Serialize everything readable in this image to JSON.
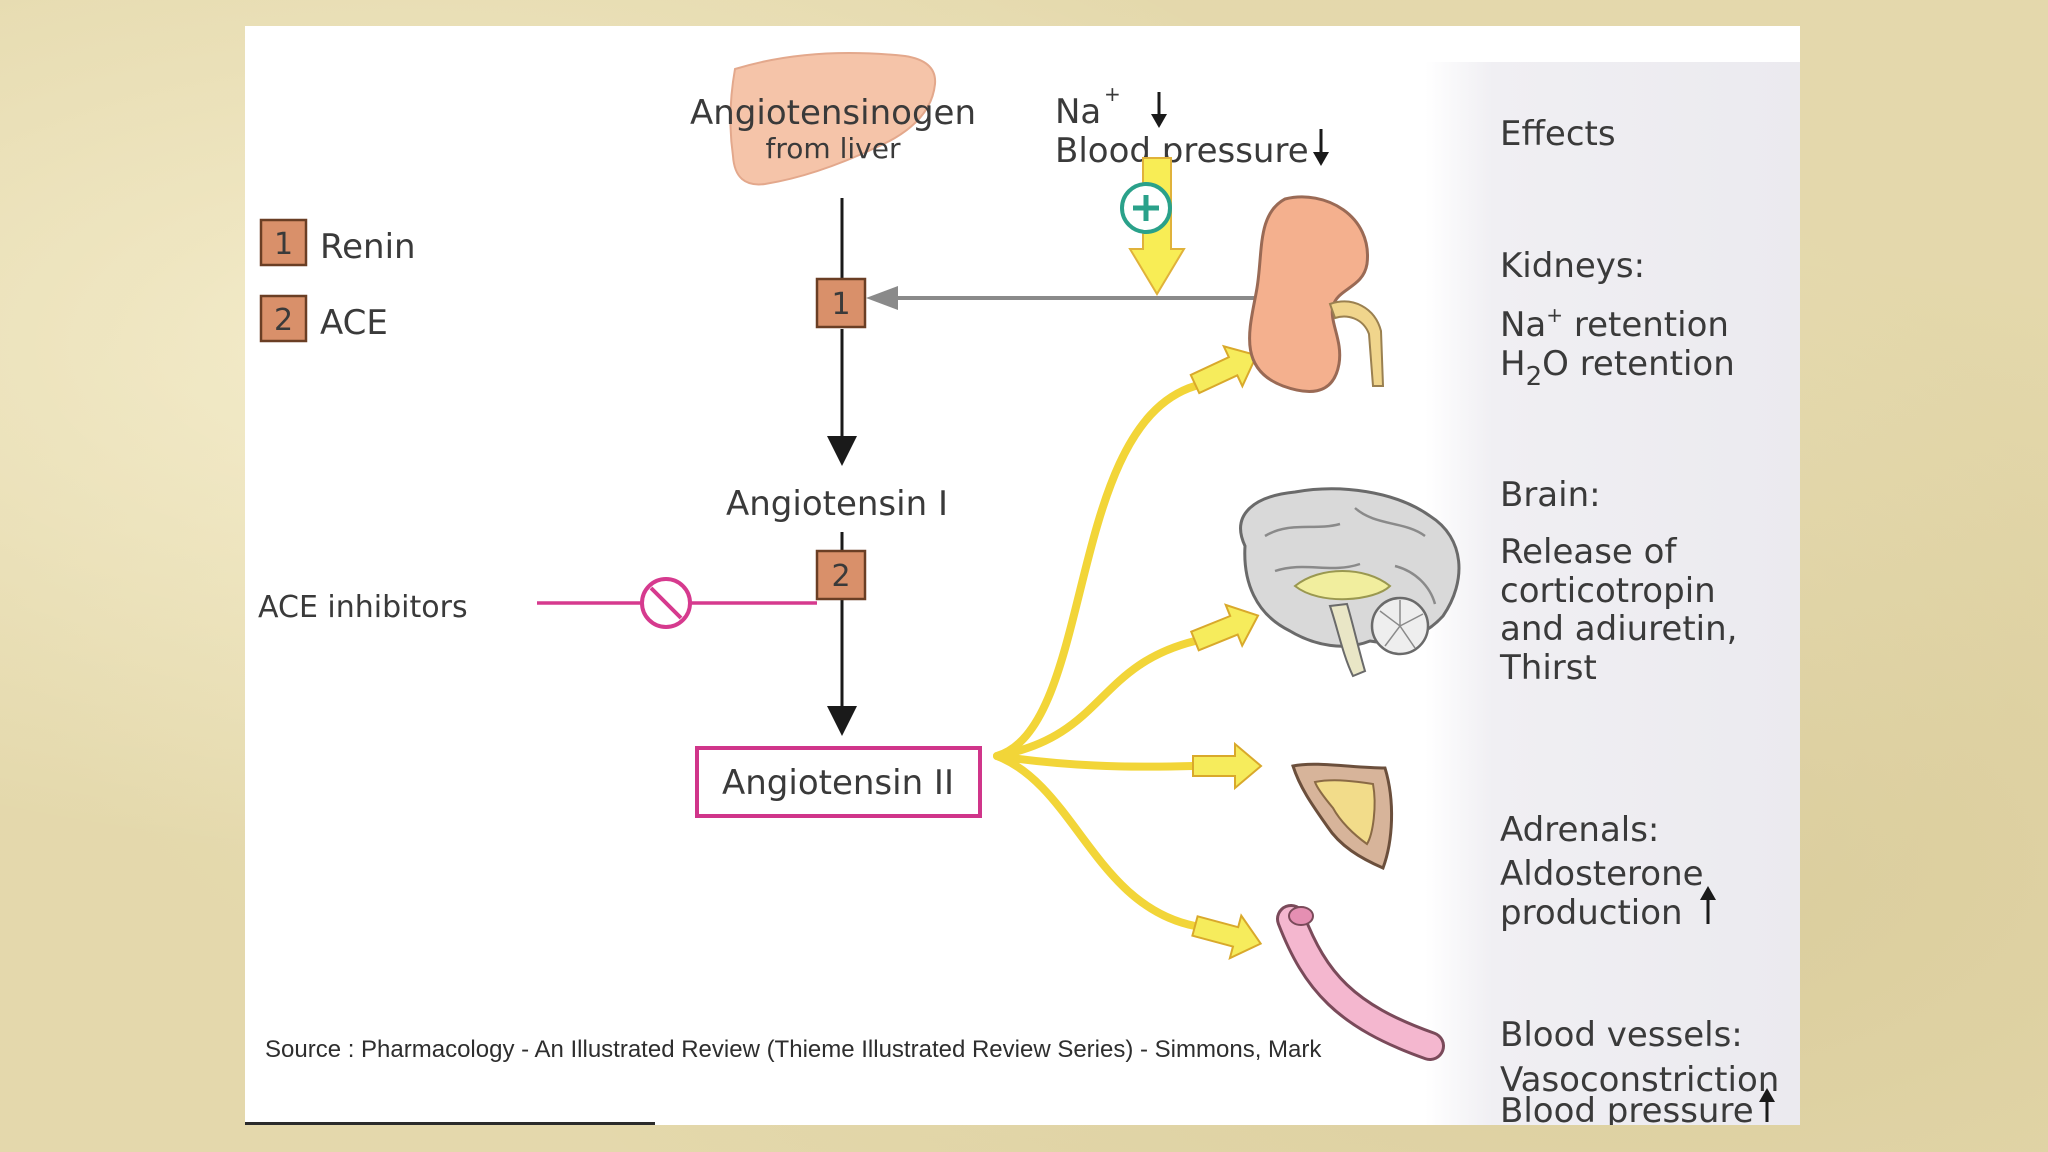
{
  "legend": {
    "items": [
      {
        "number": "1",
        "label": "Renin"
      },
      {
        "number": "2",
        "label": "ACE"
      }
    ]
  },
  "pathway": {
    "precursor_line1": "Angiotensinogen",
    "precursor_line2": "from liver",
    "step1_marker": "1",
    "product1": "Angiotensin I",
    "step2_marker": "2",
    "product2": "Angiotensin II"
  },
  "stimulus": {
    "sodium": "Na",
    "sodium_charge": "+",
    "blood_pressure": "Blood pressure"
  },
  "inhibitor": {
    "label": "ACE inhibitors"
  },
  "effects": {
    "heading": "Effects",
    "kidneys": {
      "title": "Kidneys:",
      "line1_na": "Na",
      "line1_charge": "+",
      "line1_rest": " retention",
      "line2_h": "H",
      "line2_sub": "2",
      "line2_rest": "O retention"
    },
    "brain": {
      "title": "Brain:",
      "lines": [
        "Release of",
        "corticotropin",
        "and adiuretin,",
        "Thirst"
      ]
    },
    "adrenals": {
      "title": "Adrenals:",
      "lines": [
        "Aldosterone",
        "production"
      ]
    },
    "vessels": {
      "title": "Blood vessels:",
      "lines": [
        "Vasoconstriction",
        "Blood pressure"
      ]
    }
  },
  "source": "Source : Pharmacology - An Illustrated Review (Thieme Illustrated Review Series) - Simmons, Mark",
  "colors": {
    "enzyme_box": "#d9906a",
    "enzyme_border": "#6a3e24",
    "inhibitor_line": "#d63a8e",
    "angiotensin2_border": "#d0358a",
    "effect_arrow": "#f6ec5c",
    "effect_curve": "#f2d538",
    "stimulus_arrow": "#f8ed55",
    "plus_circle": "#2aa18a",
    "feedback_arrow": "#8a8a8a"
  },
  "icons": [
    "liver-icon",
    "kidney-icon",
    "brain-icon",
    "adrenal-icon",
    "blood-vessel-icon",
    "plus-icon",
    "blocked-icon"
  ]
}
